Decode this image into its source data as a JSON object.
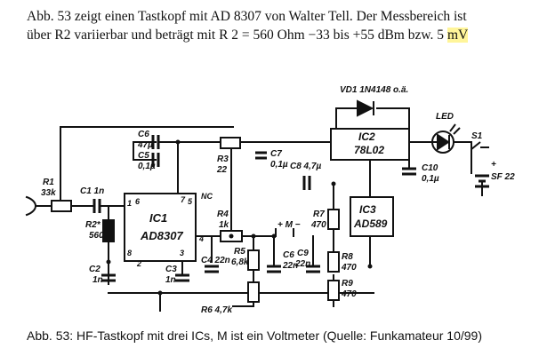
{
  "intro": {
    "line1": "Abb. 53 zeigt einen Tastkopf mit AD 8307 von Walter Tell. Der Messbereich ist",
    "line2_main": "über R2 variierbar und beträgt mit R 2 = 560 Ohm −33 bis +55  dBm bzw. 5 ",
    "line2_highlight": "mV",
    "highlight_color": "#fff59a"
  },
  "schematic": {
    "labels": {
      "vd1": "VD1  1N4148 o.ä.",
      "led": "LED",
      "s1": "S1",
      "ic2_name": "IC2",
      "ic2_type": "78L02",
      "c6_name": "C6",
      "c6_val": "47µ",
      "c5_name": "C5",
      "c5_val": "0,1µ",
      "r3_name": "R3",
      "r3_val": "22",
      "c7_name": "C7",
      "c7_val": "0,1µ",
      "c8": "C8  4,7µ",
      "c10_name": "C10",
      "c10_val": "0,1µ",
      "sf22": "SF 22",
      "plus": "+",
      "r1_name": "R1",
      "r1_val": "33k",
      "c1": "C1  1n",
      "ic1_name": "IC1",
      "ic1_type": "AD8307",
      "pin1": "1",
      "pin6": "6",
      "pin7": "7",
      "pin5": "5",
      "pin8": "8",
      "pin2": "2",
      "pin3": "3",
      "pin4": "4",
      "nc": "NC",
      "r2_name": "R2*",
      "r2_val": "560",
      "c2_name": "C2",
      "c2_val": "1n",
      "c3_name": "C3",
      "c3_val": "1n",
      "r4_name": "R4",
      "r4_val": "1k",
      "meter": "+   M  −",
      "r7_name": "R7",
      "r7_val": "470",
      "ic3_name": "IC3",
      "ic3_type": "AD589",
      "c4": "C4 22n",
      "r5_name": "R5",
      "r5_val": "6,8k",
      "c6b_name": "C6",
      "c6b_val": "22n",
      "c9_name": "C9",
      "c9_val": "22n",
      "r8_name": "R8",
      "r8_val": "470",
      "r9_name": "R9",
      "r9_val": "470",
      "r6": "R6  4,7k"
    }
  },
  "caption": "Abb. 53: HF-Tastkopf mit drei ICs, M ist ein Voltmeter (Quelle: Funkamateur 10/99)"
}
